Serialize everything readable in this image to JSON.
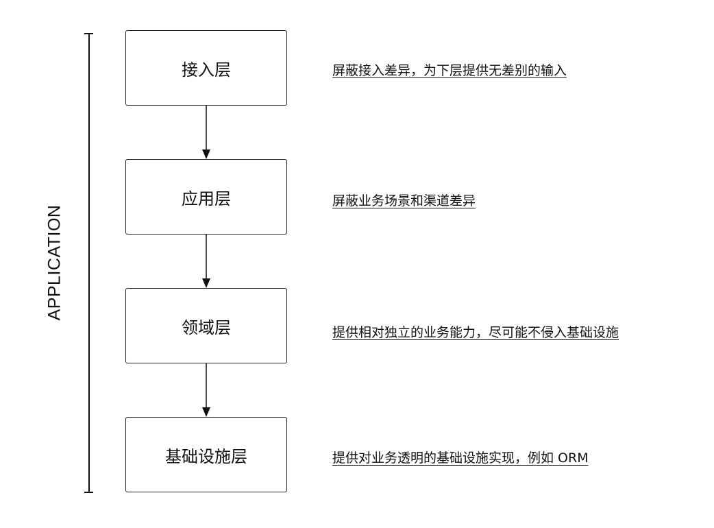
{
  "side_label": "APPLICATION",
  "layers": [
    {
      "name": "接入层",
      "description": "屏蔽接入差异，为下层提供无差别的输入"
    },
    {
      "name": "应用层",
      "description": "屏蔽业务场景和渠道差异"
    },
    {
      "name": "领域层",
      "description": "提供相对独立的业务能力，尽可能不侵入基础设施"
    },
    {
      "name": "基础设施层",
      "description": "提供对业务透明的基础设施实现，例如 ORM"
    }
  ],
  "colors": {
    "line": "#111111",
    "box_border": "#222222",
    "background": "#ffffff"
  }
}
